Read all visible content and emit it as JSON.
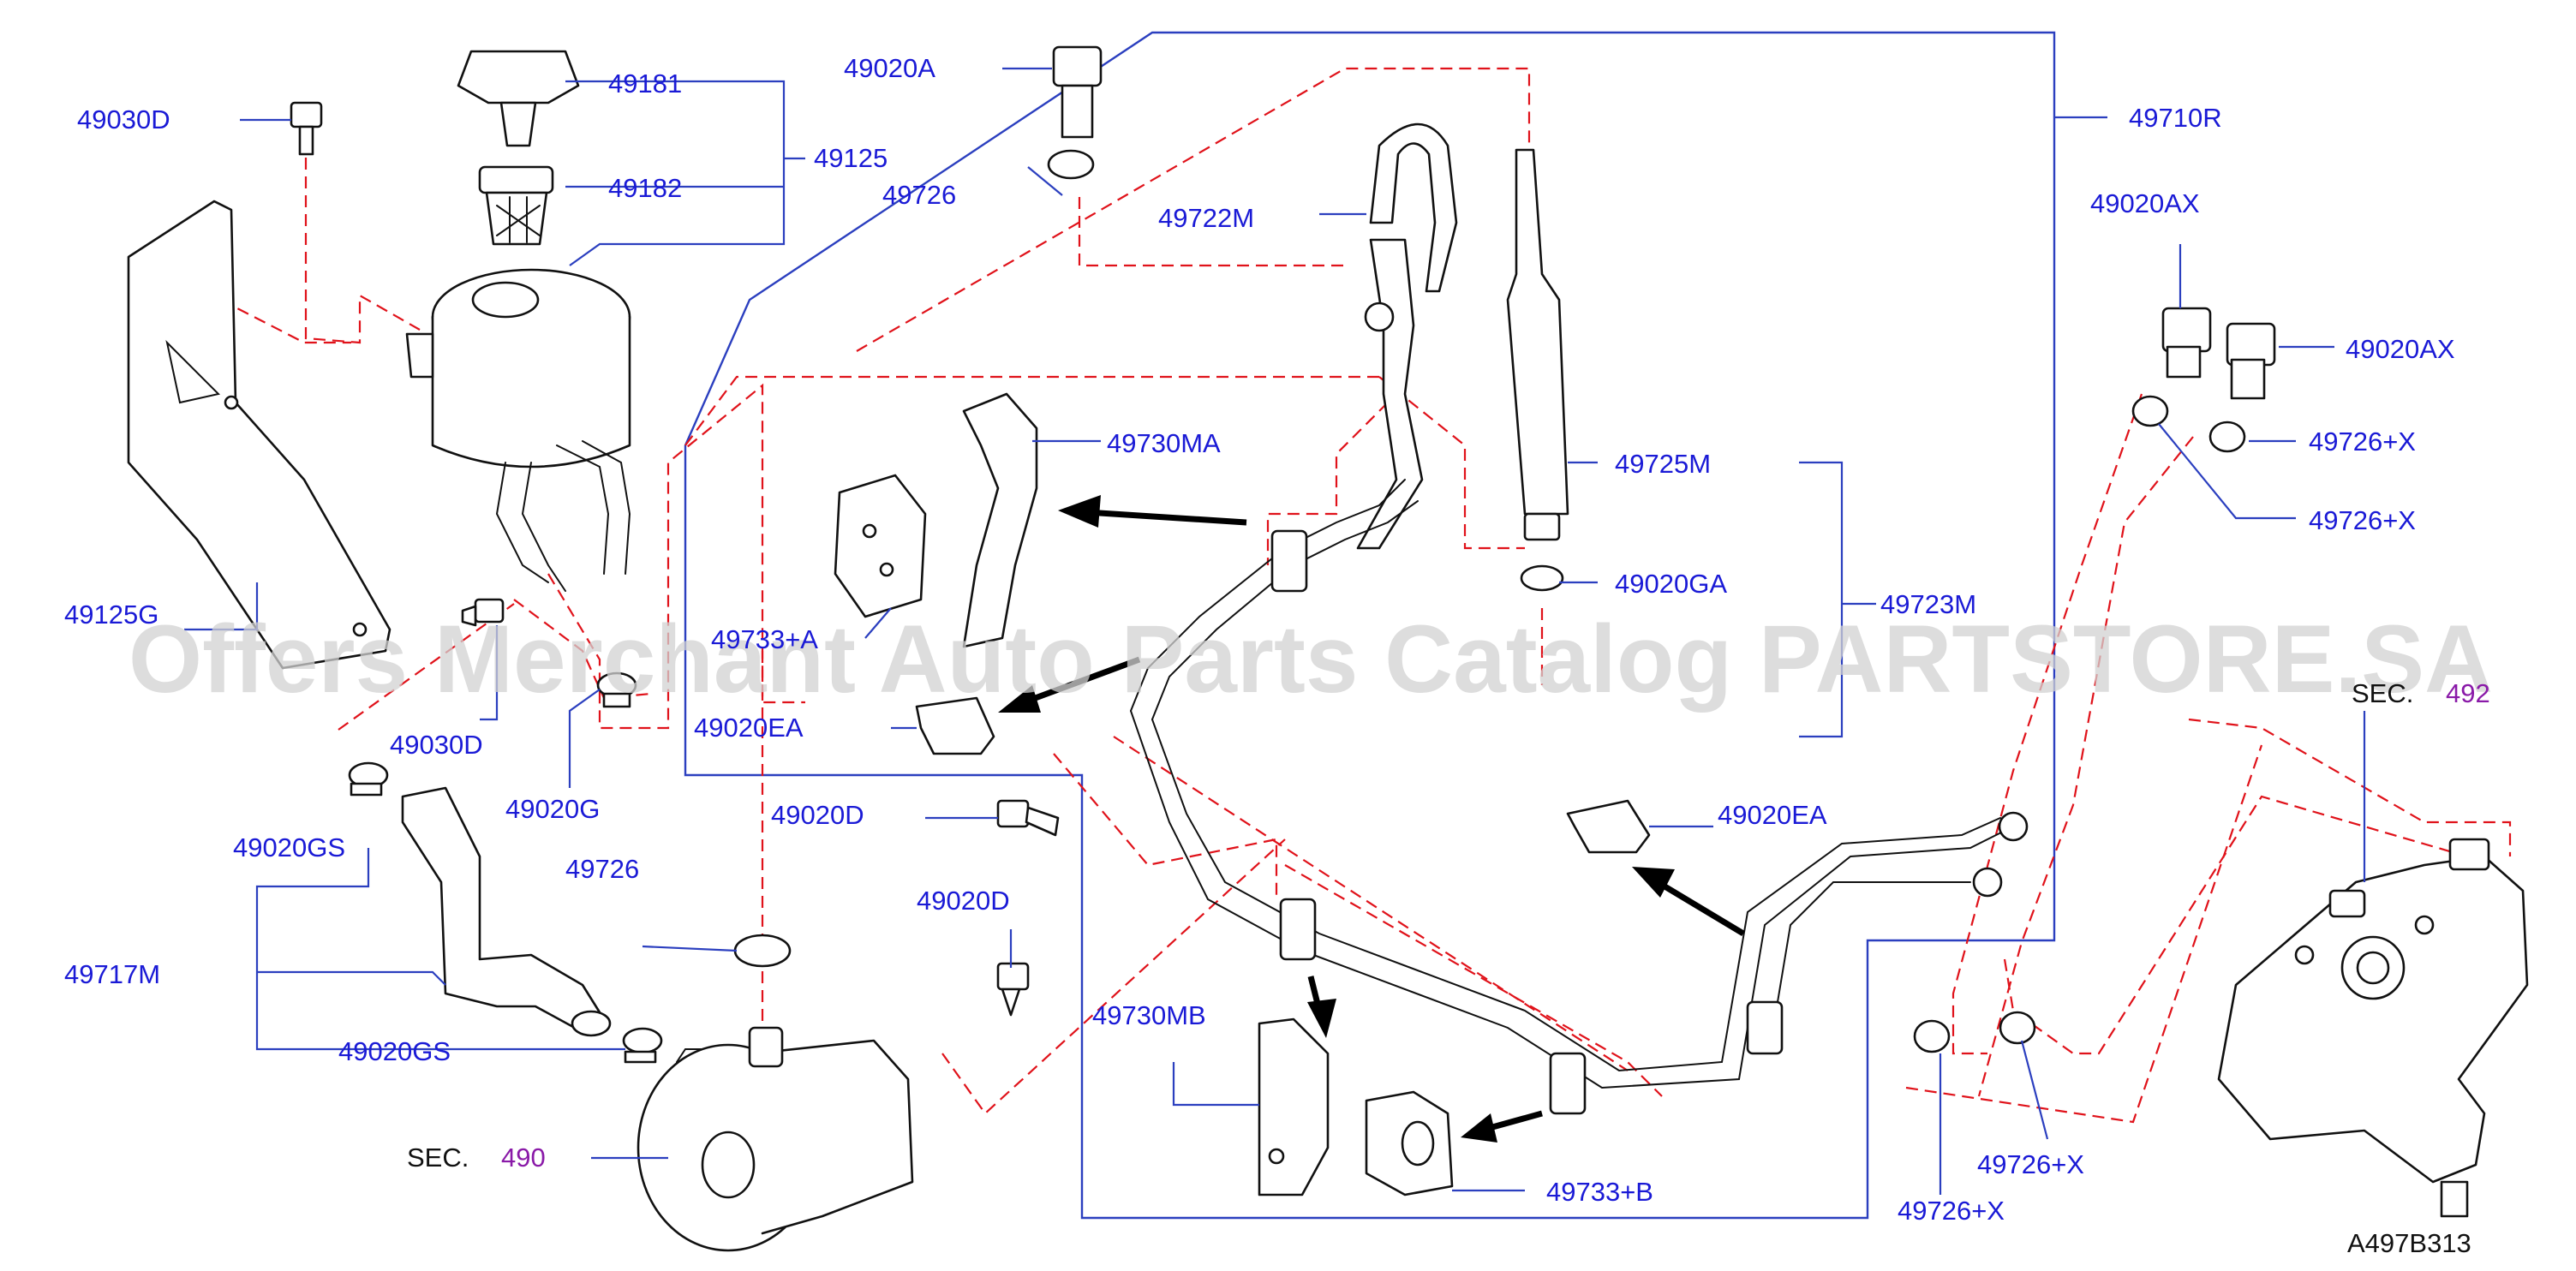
{
  "diagram_code": "A497B313",
  "section_prefix": "SEC.",
  "section_refs": {
    "pump": "490",
    "gear": "492"
  },
  "watermark": "Offers Merchant Auto Parts Catalog PARTSTORE.SA",
  "parts": {
    "p49030D_top": "49030D",
    "p49181": "49181",
    "p49125": "49125",
    "p49182": "49182",
    "p49125G": "49125G",
    "p49030D_bottom": "49030D",
    "p49020GS_top": "49020GS",
    "p49717M": "49717M",
    "p49020GS_bottom": "49020GS",
    "p49020G": "49020G",
    "p49726_top": "49726",
    "p49726_mid": "49726",
    "p49020A": "49020A",
    "p49722M": "49722M",
    "p49730MA": "49730MA",
    "p49733A": "49733+A",
    "p49020EA_left": "49020EA",
    "p49020D_upper": "49020D",
    "p49020D_lower": "49020D",
    "p49730MB": "49730MB",
    "p49733B": "49733+B",
    "p49725M": "49725M",
    "p49020GA": "49020GA",
    "p49723M": "49723M",
    "p49020EA_right": "49020EA",
    "p49710R": "49710R",
    "p49020AX_1": "49020AX",
    "p49020AX_2": "49020AX",
    "p49726X_1": "49726+X",
    "p49726X_2": "49726+X",
    "p49726X_3": "49726+X",
    "p49726X_4": "49726+X"
  }
}
